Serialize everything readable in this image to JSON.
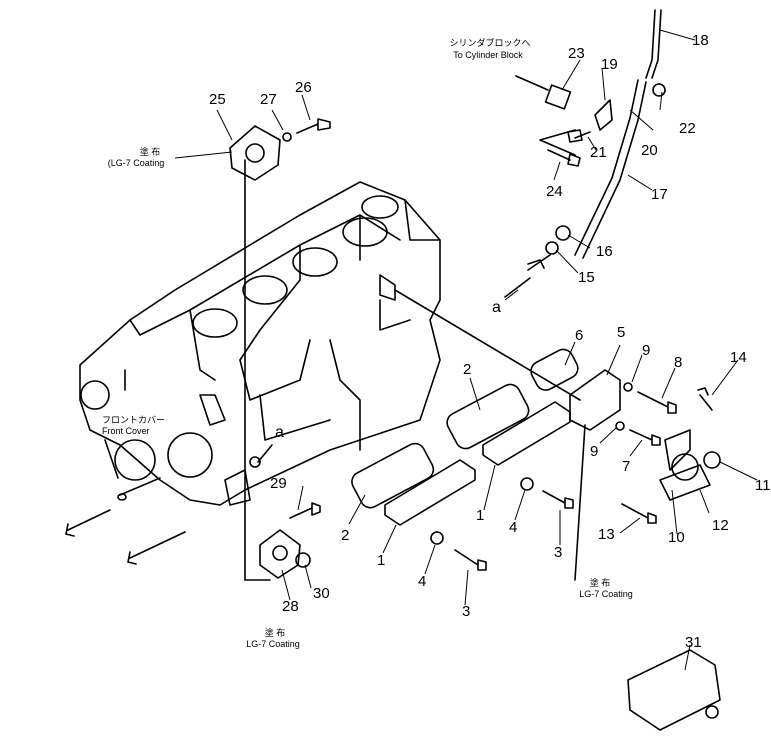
{
  "parts": [
    {
      "label": "1"
    },
    {
      "label": "1"
    },
    {
      "label": "2"
    },
    {
      "label": "2"
    },
    {
      "label": "3"
    },
    {
      "label": "3"
    },
    {
      "label": "4"
    },
    {
      "label": "4"
    },
    {
      "label": "5"
    },
    {
      "label": "6"
    },
    {
      "label": "7"
    },
    {
      "label": "8"
    },
    {
      "label": "9"
    },
    {
      "label": "9"
    },
    {
      "label": "10"
    },
    {
      "label": "11"
    },
    {
      "label": "12"
    },
    {
      "label": "13"
    },
    {
      "label": "14"
    },
    {
      "label": "15"
    },
    {
      "label": "16"
    },
    {
      "label": "17"
    },
    {
      "label": "18"
    },
    {
      "label": "19"
    },
    {
      "label": "20"
    },
    {
      "label": "21"
    },
    {
      "label": "22"
    },
    {
      "label": "23"
    },
    {
      "label": "24"
    },
    {
      "label": "25"
    },
    {
      "label": "26"
    },
    {
      "label": "27"
    },
    {
      "label": "28"
    },
    {
      "label": "29"
    },
    {
      "label": "30"
    },
    {
      "label": "31"
    }
  ],
  "notes": {
    "coating_jp": "塗 布",
    "coating_en": "(LG-7 Coating",
    "coating_lower_jp": "塗 布",
    "coating_lower_en": "LG-7 Coating",
    "coating_mid_jp": "塗 布",
    "coating_mid_en": "LG-7 Coating",
    "cyl_jp": "シリンダブロックへ",
    "cyl_en": "To Cylinder Block",
    "front_jp": "フロントカバー",
    "front_en": "Front Cover"
  },
  "refs": {
    "a1": "a",
    "a2": "a"
  }
}
